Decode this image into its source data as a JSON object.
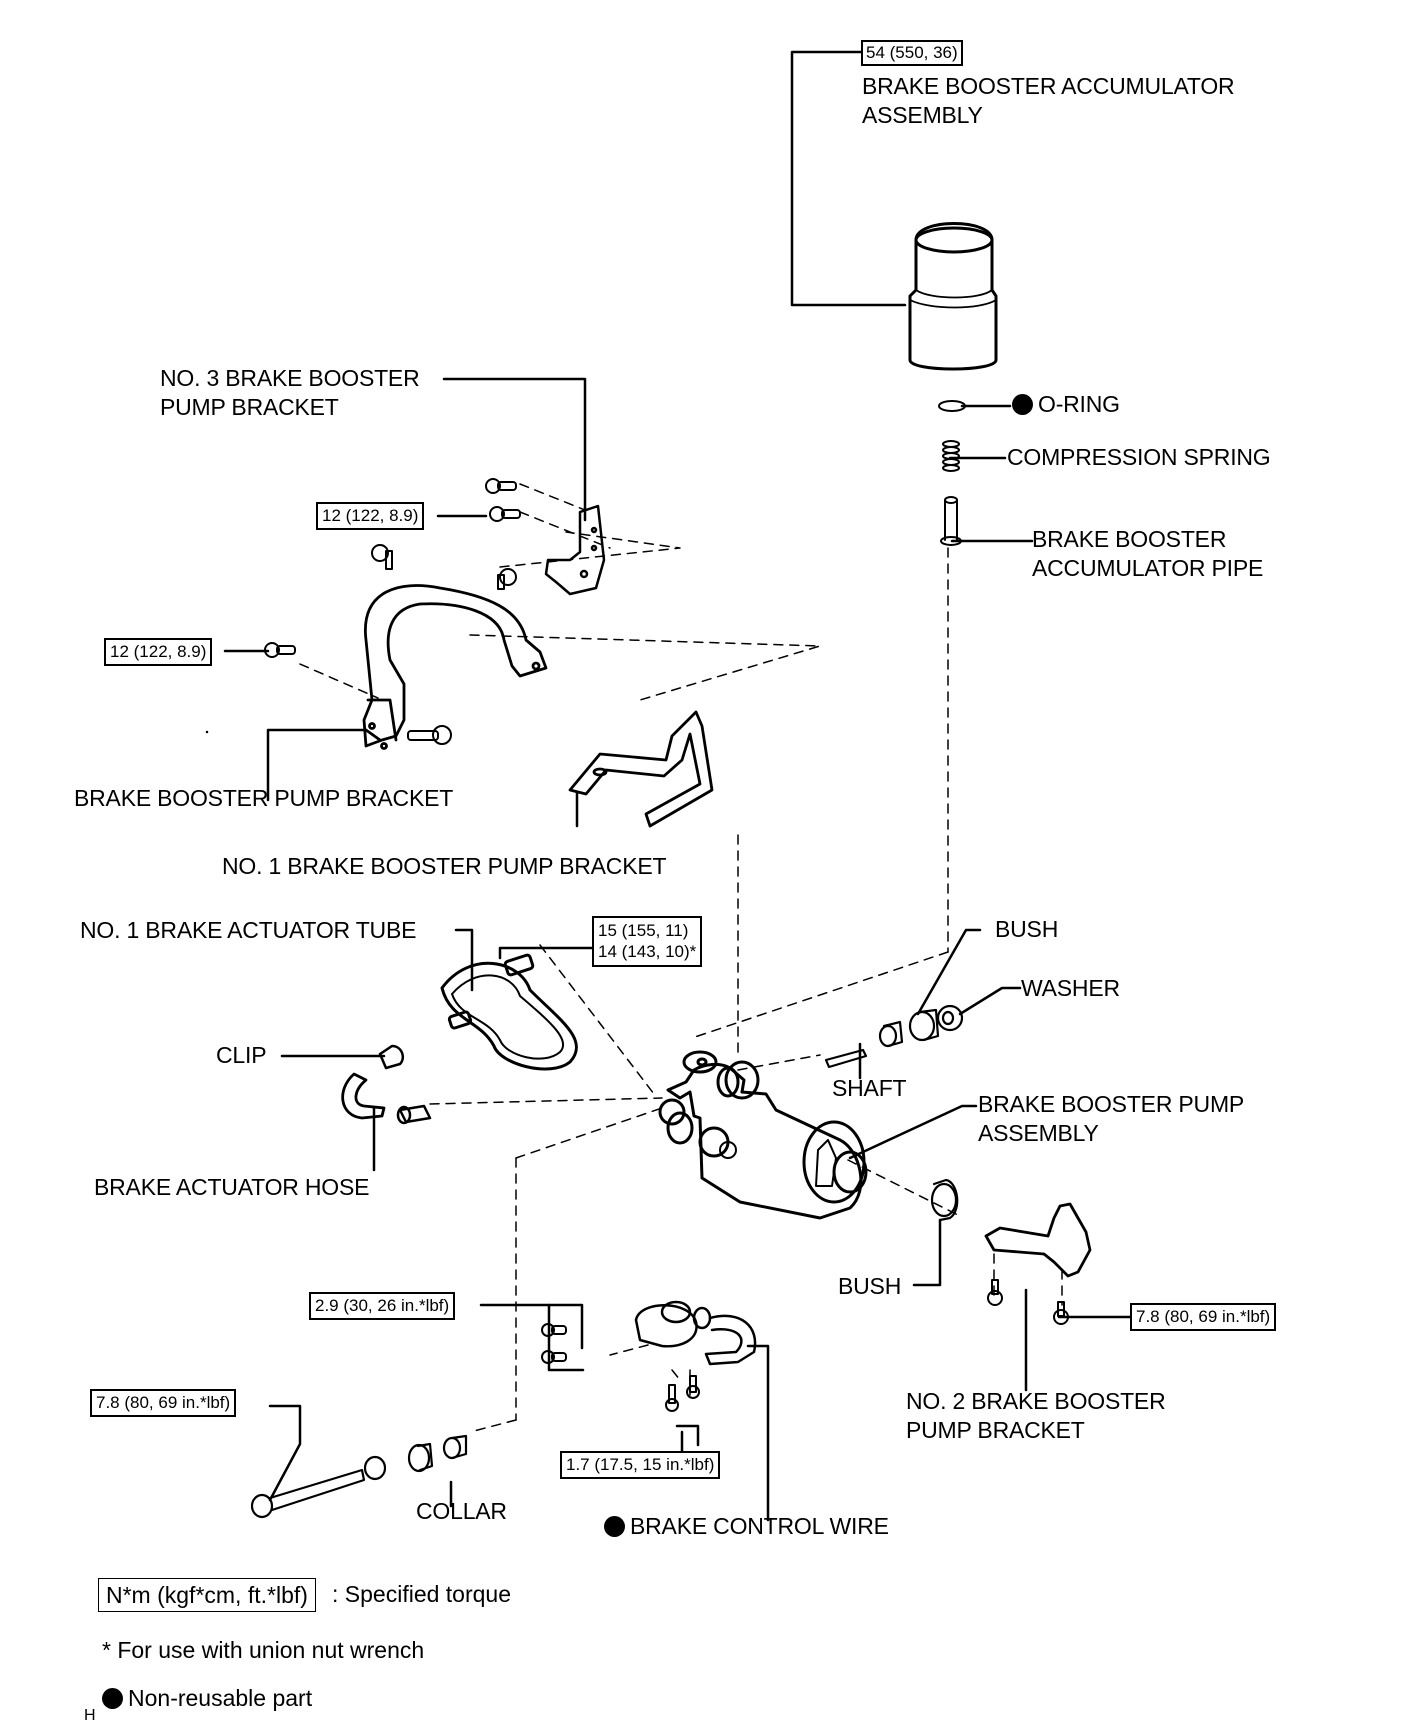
{
  "diagram": {
    "title": "Brake booster pump assembly exploded view",
    "part_labels": {
      "accumulator_assembly_line1": "BRAKE BOOSTER ACCUMULATOR",
      "accumulator_assembly_line2": "ASSEMBLY",
      "o_ring": "O-RING",
      "compression_spring": "COMPRESSION SPRING",
      "accumulator_pipe_line1": "BRAKE BOOSTER",
      "accumulator_pipe_line2": "ACCUMULATOR PIPE",
      "no3_bracket_line1": "NO. 3 BRAKE BOOSTER",
      "no3_bracket_line2": "PUMP BRACKET",
      "pump_bracket": "BRAKE BOOSTER PUMP BRACKET",
      "no1_bracket": "NO. 1 BRAKE BOOSTER PUMP BRACKET",
      "no1_actuator_tube": "NO. 1 BRAKE ACTUATOR TUBE",
      "bush_upper": "BUSH",
      "washer": "WASHER",
      "clip": "CLIP",
      "shaft": "SHAFT",
      "pump_assembly_line1": "BRAKE BOOSTER PUMP",
      "pump_assembly_line2": "ASSEMBLY",
      "actuator_hose": "BRAKE ACTUATOR HOSE",
      "bush_lower": "BUSH",
      "no2_bracket_line1": "NO. 2 BRAKE BOOSTER",
      "no2_bracket_line2": "PUMP BRACKET",
      "collar": "COLLAR",
      "control_wire": "BRAKE CONTROL WIRE"
    },
    "torque_specs": {
      "accumulator": "54 (550, 36)",
      "no3_bracket_bolt": "12 (122, 8.9)",
      "pump_bracket_bolt": "12 (122, 8.9)",
      "tube_union_line1": "15 (155, 11)",
      "tube_union_line2": "14 (143, 10)*",
      "wire_screw": "2.9 (30, 26 in.*lbf)",
      "long_bolt": "7.8 (80, 69 in.*lbf)",
      "no2_bracket_bolt": "7.8 (80, 69 in.*lbf)",
      "wire_small_screw": "1.7 (17.5, 15 in.*lbf)"
    },
    "non_reusable_parts": [
      "O-RING",
      "BRAKE CONTROL WIRE"
    ],
    "legend": {
      "torque_unit_box": "N*m (kgf*cm, ft.*lbf)",
      "torque_desc": ": Specified torque",
      "asterisk_note": "* For use with union nut wrench",
      "non_reusable": "Non-reusable part"
    },
    "figure_code": "H"
  }
}
